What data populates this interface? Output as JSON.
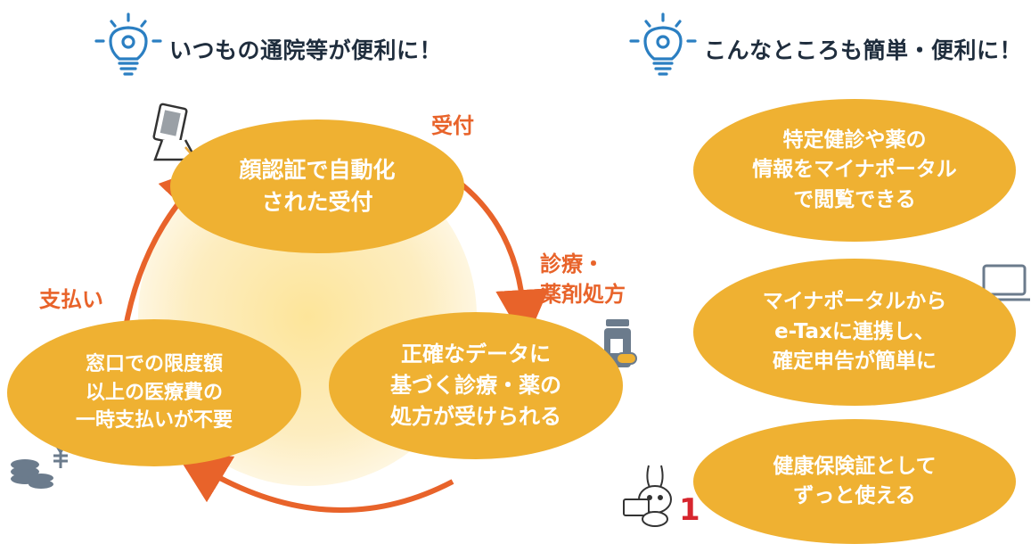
{
  "left_panel": {
    "heading": "いつもの通院等が便利に！",
    "nodes": {
      "reception": [
        "顔認証で自動化",
        "された受付"
      ],
      "treatment": [
        "正確なデータに",
        "基づく診療・薬の",
        "処方が受けられる"
      ],
      "payment": [
        "窓口での限度額",
        "以上の医療費の",
        "一時支払いが不要"
      ]
    },
    "labels": {
      "reception": "受付",
      "treatment_line1": "診療・",
      "treatment_line2": "薬剤処方",
      "payment": "支払い"
    }
  },
  "right_panel": {
    "heading": "こんなところも簡単・便利に！",
    "items": [
      [
        "特定健診や薬の",
        "情報をマイナポータル",
        "で閲覧できる"
      ],
      [
        "マイナポータルから",
        "e-Taxに連携し、",
        "確定申告が簡単に"
      ],
      [
        "健康保険証として",
        "ずっと使える"
      ]
    ]
  },
  "icons": {
    "heading_icon": "lightbulb-gear-icon",
    "reception_icon": "card-reader-icon",
    "treatment_icon": "medicine-bottle-icon",
    "payment_icon": "yen-coins-icon",
    "laptop_icon": "laptop-icon",
    "mascot_icon": "mynumber-rabbit-icon"
  },
  "mascot_number": "1",
  "colors": {
    "ellipse": "#efb132",
    "arrow": "#e8632a",
    "label": "#e8632a",
    "heading_text": "#1f2d3d",
    "icon_blue": "#2b7fc2",
    "center_glow": "#fde9a8"
  }
}
